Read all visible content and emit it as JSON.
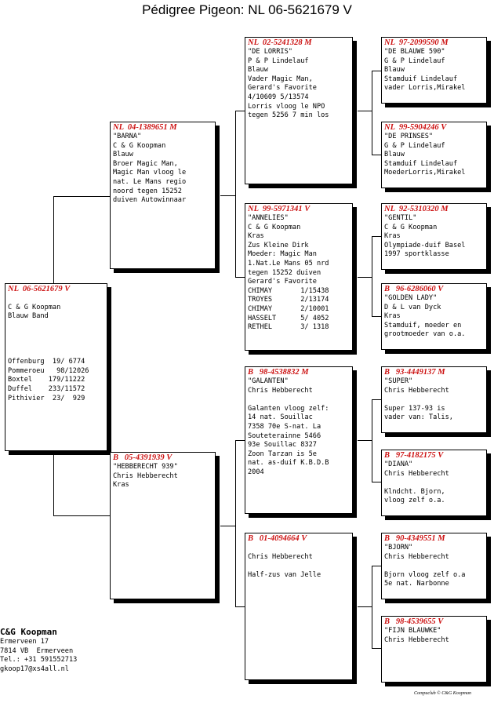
{
  "title": "Pédigree Pigeon: NL  06-5621679 V",
  "cards": {
    "subject": {
      "header": "NL  06-5621679 V",
      "lines": [
        "",
        "C & G Koopman",
        "Blauw Band",
        "",
        "",
        "",
        "",
        "Offenburg  19/ 6774",
        "Pommeroeu   98/12026",
        "Boxtel    179/11222",
        "Duffel    233/11572",
        "Pithivier  23/  929"
      ]
    },
    "sire": {
      "header": "NL  04-1389651 M",
      "lines": [
        "\"BARNA\"",
        "C & G Koopman",
        "Blauw",
        "Broer Magic Man,",
        "Magic Man vloog le",
        "nat. Le Mans regio",
        "noord tegen 15252",
        "duiven Autowinnaar"
      ]
    },
    "dam": {
      "header": "B   05-4391939 V",
      "lines": [
        "\"HEBBERECHT 939\"",
        "Chris Hebberecht",
        "Kras"
      ]
    },
    "sire_sire": {
      "header": "NL  02-5241328 M",
      "lines": [
        "\"DE LORRIS\"",
        "P & P Lindelauf",
        "Blauw",
        "Vader Magic Man,",
        "Gerard's Favorite",
        "4/10609 5/13574",
        "Lorris vloog le NPO",
        "tegen 5256 7 min los"
      ]
    },
    "sire_dam": {
      "header": "NL  99-5971341 V",
      "lines": [
        "\"ANNELIES\"",
        "C & G Koopman",
        "Kras",
        "Zus Kleine Dirk",
        "Moeder: Magic Man",
        "1.Nat.Le Mans 05 nrd",
        "tegen 15252 duiven",
        "Gerard's Favorite",
        "CHIMAY       1/15438",
        "TROYES       2/13174",
        "CHIMAY       2/10001",
        "HASSELT      5/ 4052",
        "RETHEL       3/ 1318"
      ]
    },
    "dam_sire": {
      "header": "B   98-4538832 M",
      "lines": [
        "\"GALANTEN\"",
        "Chris Hebberecht",
        "",
        "Galanten vloog zelf:",
        "14 nat. Souillac",
        "7358 70e S-nat. La",
        "Souteterainne 5466",
        "93e Souillac 8327",
        "Zoon Tarzan is 5e",
        "nat. as-duif K.B.D.B",
        "2004"
      ]
    },
    "dam_dam": {
      "header": "B   01-4094664 V",
      "lines": [
        "",
        "Chris Hebberecht",
        "",
        "Half-zus van Jelle"
      ]
    },
    "ss_sire": {
      "header": "NL  97-2099590 M",
      "lines": [
        "\"DE BLAUWE 590\"",
        "G & P Lindelauf",
        "Blauw",
        "Stamduif Lindelauf",
        "vader Lorris,Mirakel"
      ]
    },
    "ss_dam": {
      "header": "NL  99-5904246 V",
      "lines": [
        "\"DE PRINSES\"",
        "G & P Lindelauf",
        "Blauw",
        "Stamduif Lindelauf",
        "MoederLorris,Mirakel"
      ]
    },
    "sd_sire": {
      "header": "NL  92-5310320 M",
      "lines": [
        "\"GENTIL\"",
        "C & G Koopman",
        "Kras",
        "Olympiade-duif Basel",
        "1997 sportklasse"
      ]
    },
    "sd_dam": {
      "header": "B   96-6286060 V",
      "lines": [
        "\"GOLDEN LADY\"",
        "D & L van Dyck",
        "Kras",
        "Stamduif, moeder en",
        "grootmoeder van o.a."
      ]
    },
    "ds_sire": {
      "header": "B   93-4449137 M",
      "lines": [
        "\"SUPER\"",
        "Chris Hebberecht",
        "",
        "Super 137-93 is",
        "vader van: Talis,"
      ]
    },
    "ds_dam": {
      "header": "B   97-4182175 V",
      "lines": [
        "\"DIANA\"",
        "Chris Hebberecht",
        "",
        "Klndcht. Bjorn,",
        "vloog zelf o.a."
      ]
    },
    "dd_sire": {
      "header": "B   90-4349551 M",
      "lines": [
        "\"BJORN\"",
        "Chris Hebberecht",
        "",
        "Bjorn vloog zelf o.a",
        "5e nat. Narbonne"
      ]
    },
    "dd_dam": {
      "header": "B   98-4539655 V",
      "lines": [
        "\"FIJN BLAUWKE\"",
        "Chris Hebberecht"
      ]
    }
  },
  "owner": {
    "name": "C&G Koopman",
    "lines": [
      "Ermerveen 17",
      "7814 VB  Ermerveen",
      "Tel.: +31 591552713",
      "gkoop17@xs4all.nl"
    ]
  },
  "footer": "Compuclub © C&G Koopman"
}
